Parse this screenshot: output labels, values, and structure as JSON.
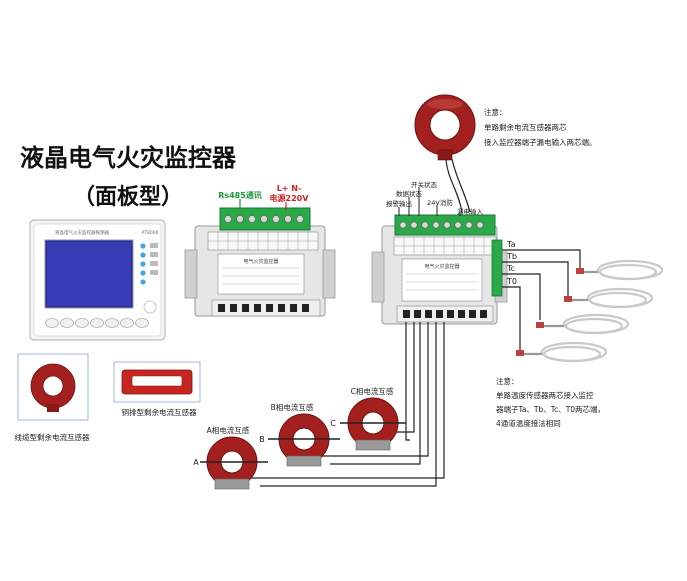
{
  "title": "液晶电气火灾监控器",
  "subtitle": "（面板型）",
  "labels": {
    "rs485": "Rs485通讯",
    "power_lnl": "L+ N-",
    "power_220": "电源220V",
    "alarm_output": "报警输出",
    "switch_output": "开关状态",
    "switch_status": "数据状态",
    "fire_24v": "24V消防",
    "leak_input": "漏电输入",
    "ta": "Ta",
    "tb": "Tb",
    "tc": "Tc",
    "t0": "T0",
    "ct_a": "A相电流互感",
    "ct_b": "B相电流互感",
    "ct_c": "C相电流互感",
    "phase_a": "A",
    "phase_b": "B",
    "phase_c": "C",
    "cable_ct": "线缆型剩余电流互感器",
    "busbar_ct": "铜排型剩余电流互感器",
    "module_title_left": "电气火灾监控器",
    "module_title_right": "电气火灾监控器",
    "panel_brand": "液晶电气火灾监控器探测器",
    "panel_model": "PT8000"
  },
  "note_top": {
    "head": "注意：",
    "line1": "单路剩余电流互感器两芯",
    "line2": "接入监控器端子漏电输入两芯端。"
  },
  "note_bottom": {
    "head": "注意：",
    "line1": "单路温度传感器两芯接入监控",
    "line2": "器端子Ta、Tb、Tc、T0两芯端，",
    "line3": "4通道温度接法相同"
  },
  "colors": {
    "ct_red": "#a3201e",
    "module_body": "#e6e6e6",
    "terminal_green": "#2aa84a",
    "terminal_green_dark": "#1b7a34",
    "wire": "#333333",
    "label_red": "#d42020",
    "label_green": "#1f9a3d",
    "panel_screen": "#3b3fb8"
  }
}
